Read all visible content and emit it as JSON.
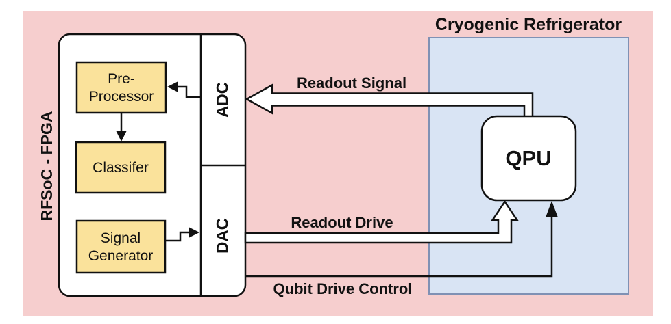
{
  "diagram": {
    "fpga": {
      "side_label": "RFSoC - FPGA",
      "adc_label": "ADC",
      "dac_label": "DAC",
      "pre_processor": {
        "line1": "Pre-",
        "line2": "Processor"
      },
      "classifier": {
        "line1": "Classifer"
      },
      "signal_generator": {
        "line1": "Signal",
        "line2": "Generator"
      }
    },
    "cryo": {
      "title": "Cryogenic Refrigerator",
      "qpu_label": "QPU"
    },
    "connections": {
      "readout_signal": "Readout Signal",
      "readout_drive": "Readout Drive",
      "qubit_drive_control": "Qubit Drive Control"
    },
    "colors": {
      "outer_fill": "#F6CECE",
      "block_fill": "#FAE29B",
      "fridge_fill": "#D9E4F4",
      "fridge_border": "#8091B4",
      "box_fill": "#FFFFFF",
      "line": "#111111"
    }
  }
}
